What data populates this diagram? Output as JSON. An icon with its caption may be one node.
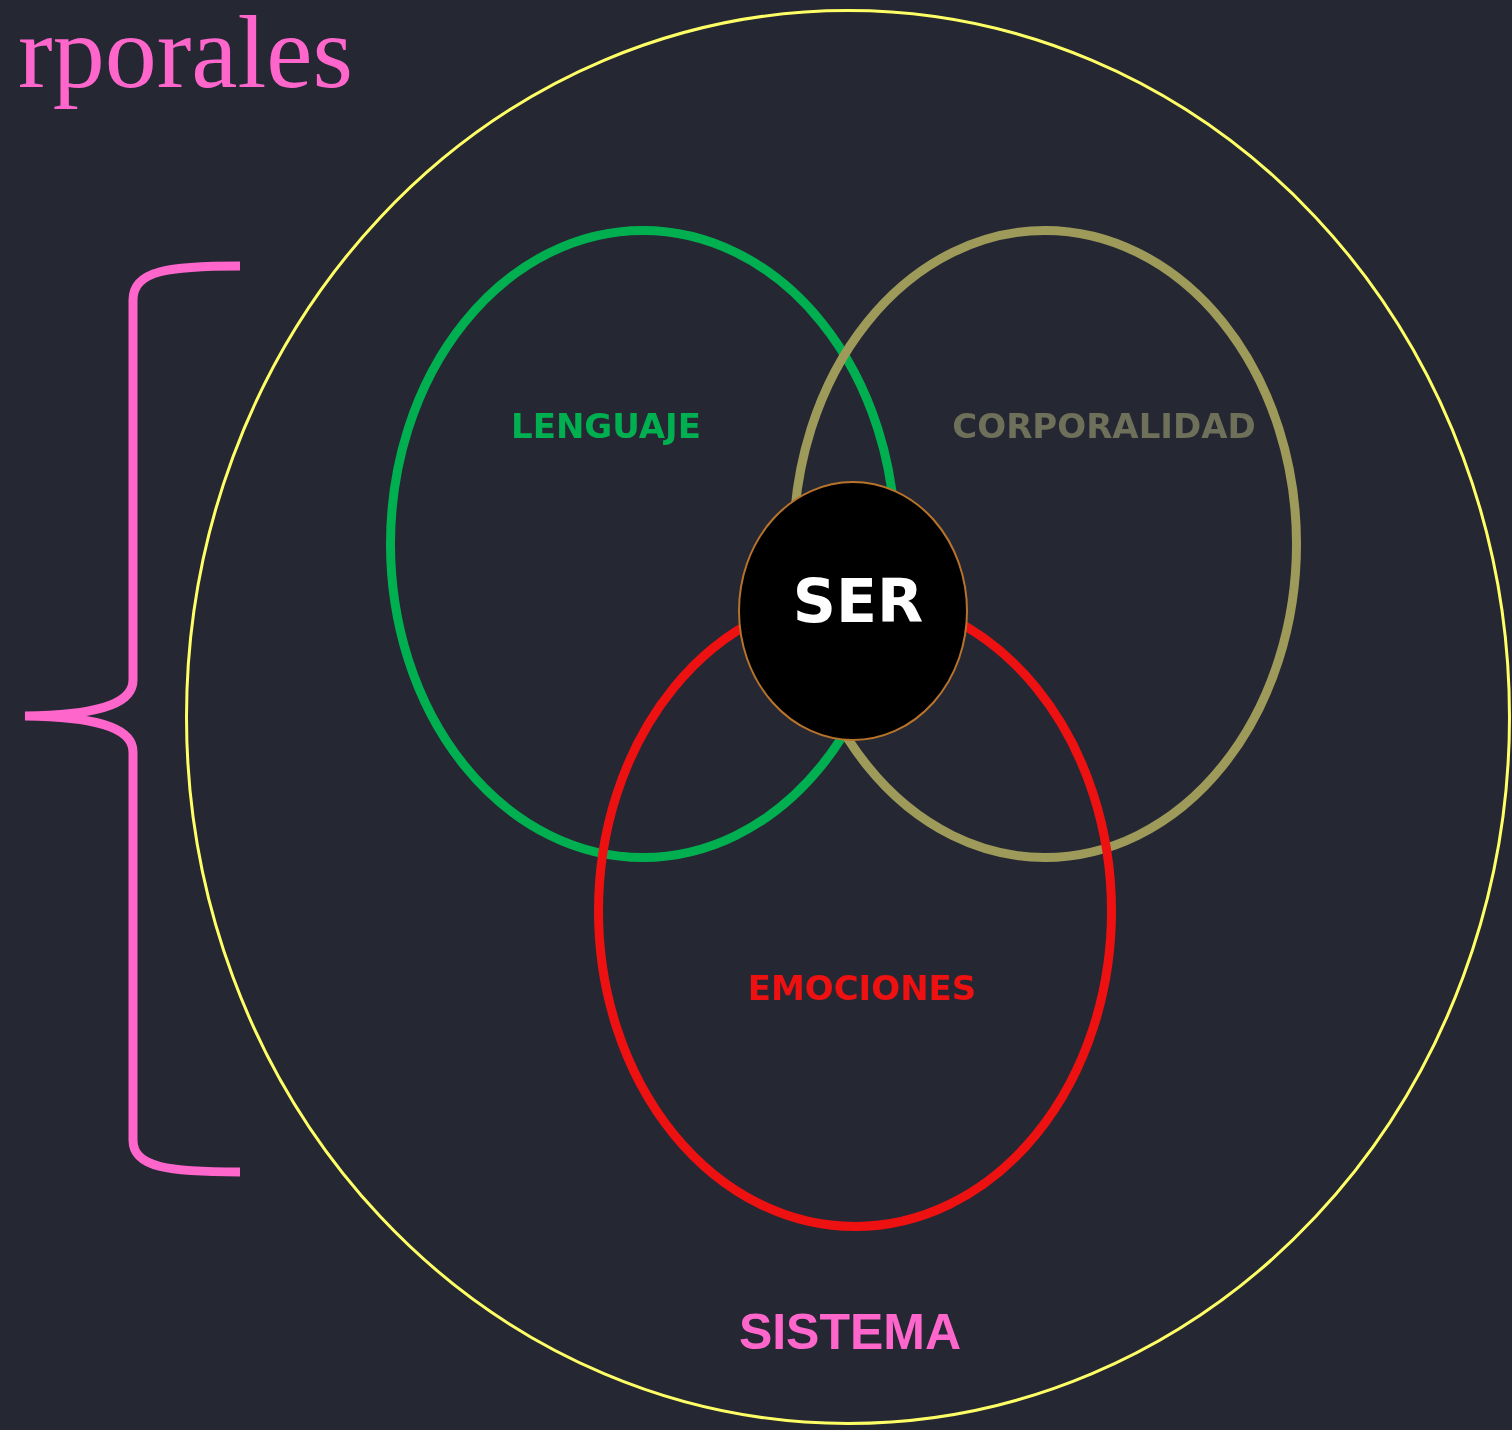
{
  "diagram": {
    "title": "rporales",
    "nodes": [
      {
        "text": [
          "SISTEMA"
        ]
      },
      {
        "text": [
          "LENGUAJE"
        ],
        "in": 0
      },
      {
        "text": [
          "CORPORALIDAD"
        ],
        "in": 0
      },
      {
        "text": [
          "EMOCIONES"
        ],
        "in": 0
      },
      {
        "text": [
          "SER"
        ],
        "in": 0
      }
    ]
  }
}
